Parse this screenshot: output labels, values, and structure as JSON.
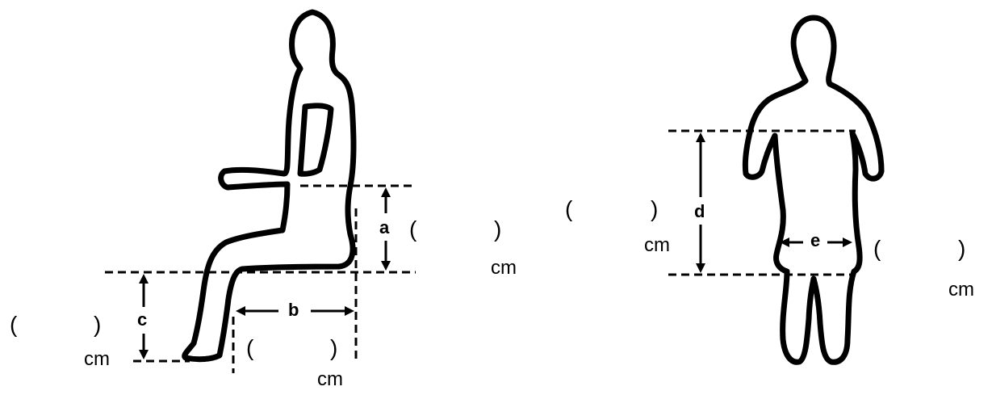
{
  "side_view": {
    "a": {
      "letter": "a",
      "open": "(",
      "close": ")",
      "unit": "cm"
    },
    "b": {
      "letter": "b",
      "open": "(",
      "close": ")",
      "unit": "cm"
    },
    "c": {
      "letter": "c",
      "open": "(",
      "close": ")",
      "unit": "cm"
    }
  },
  "front_view": {
    "d": {
      "letter": "d",
      "open": "(",
      "close": ")",
      "unit": "cm"
    },
    "e": {
      "letter": "e",
      "open": "(",
      "close": ")",
      "unit": "cm"
    }
  },
  "colors": {
    "ink": "#000000",
    "background": "#ffffff"
  }
}
